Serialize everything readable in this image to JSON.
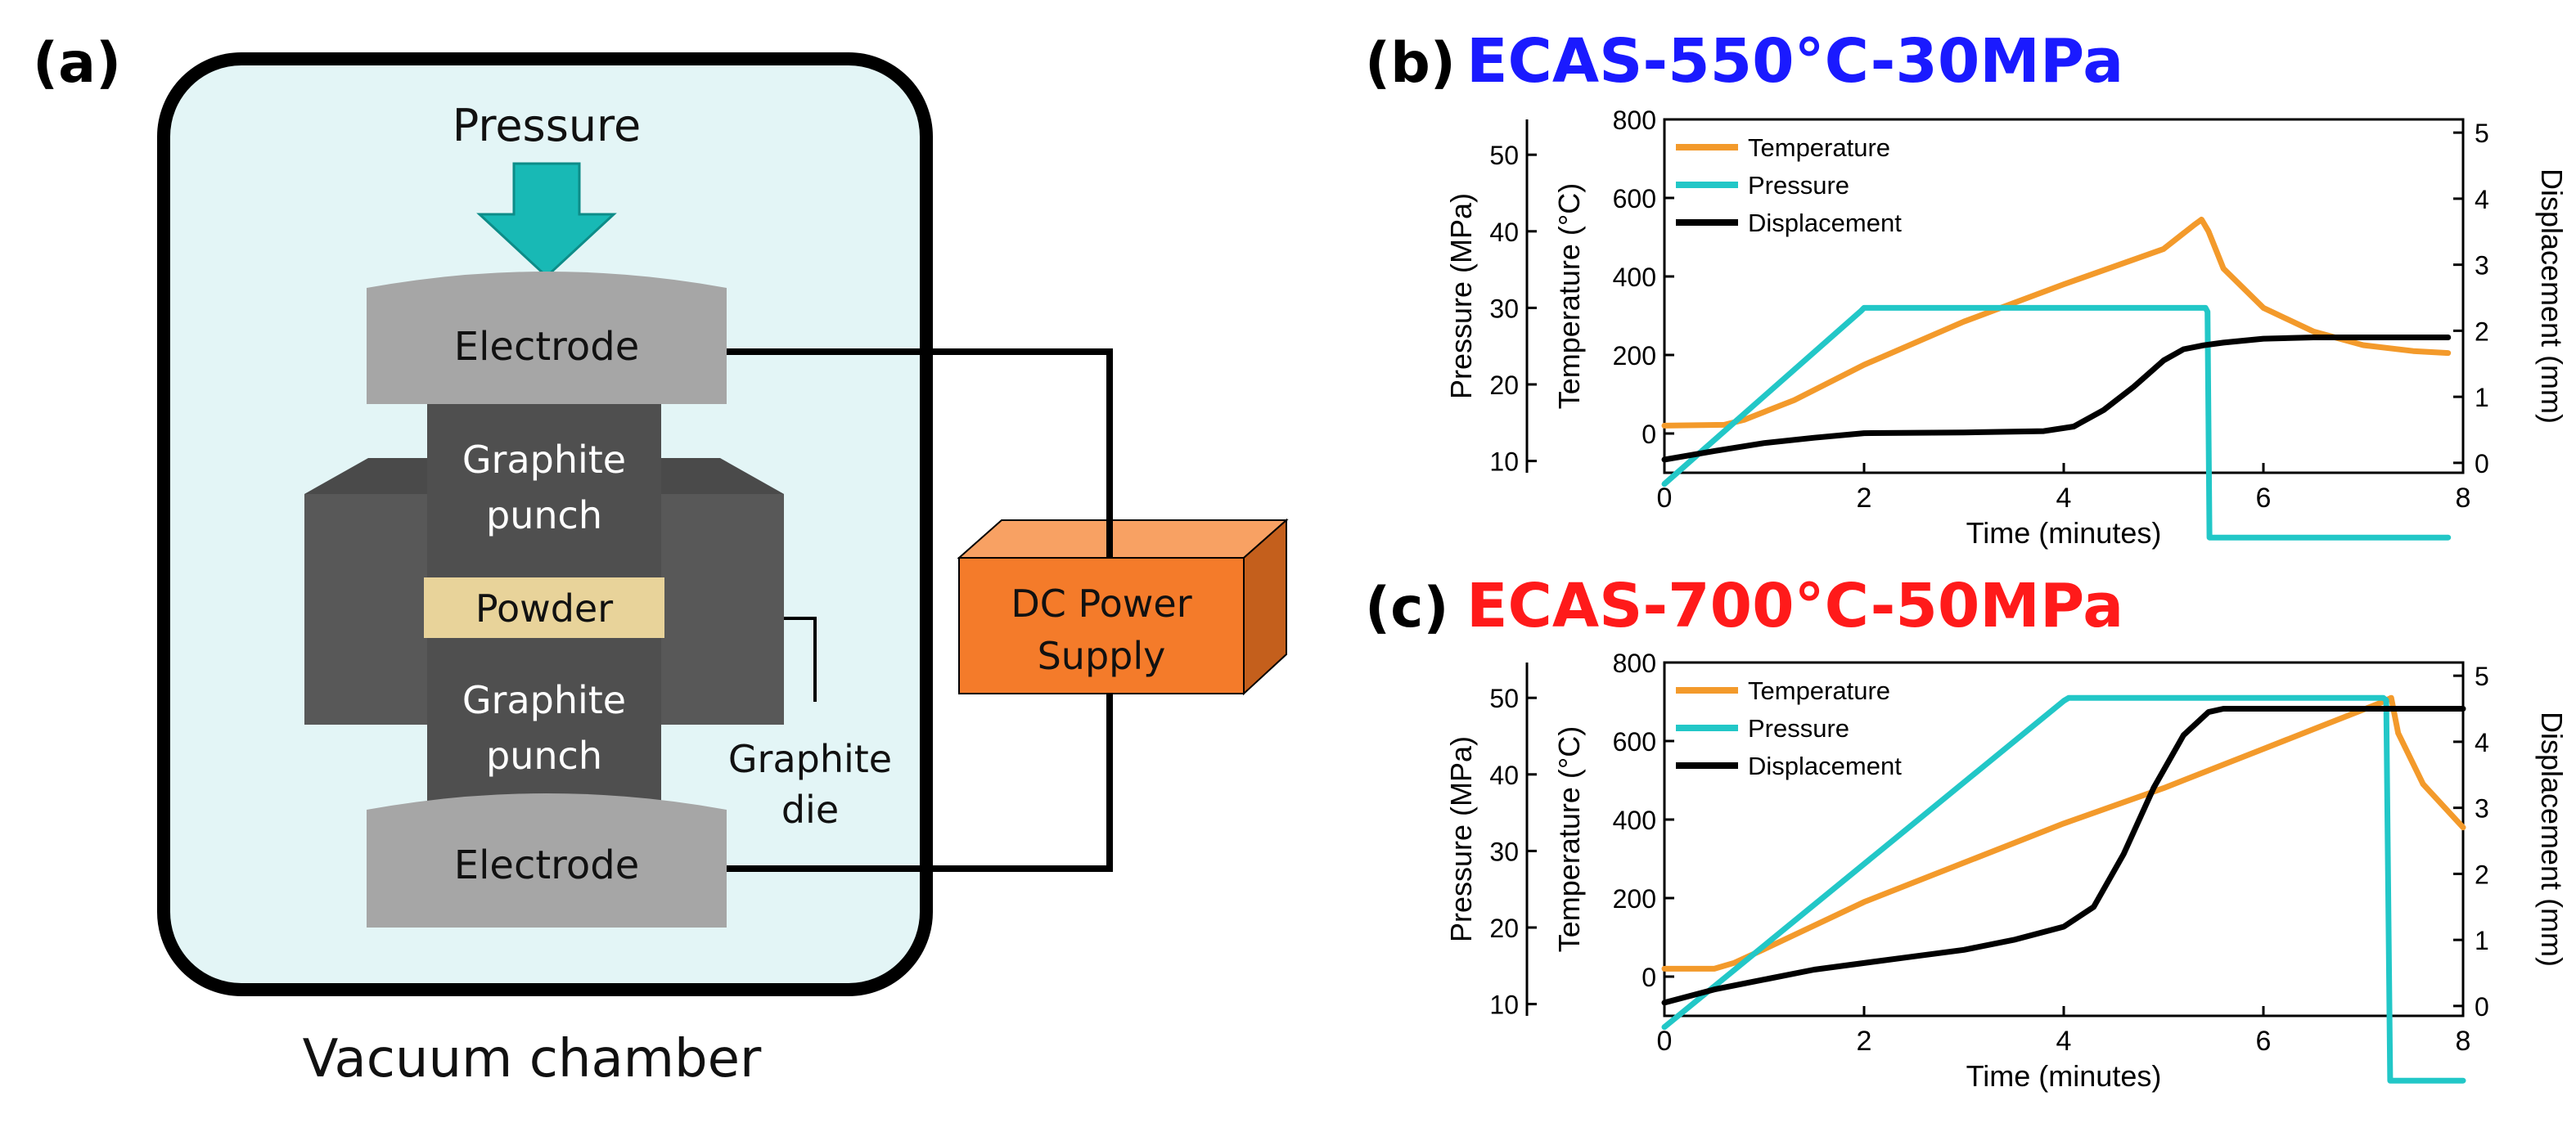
{
  "panel_a": {
    "label": "(a)",
    "pressure_label": "Pressure",
    "electrode_top": "Electrode",
    "punch_top": [
      "Graphite",
      "punch"
    ],
    "powder": "Powder",
    "punch_bottom": [
      "Graphite",
      "punch"
    ],
    "electrode_bottom": "Electrode",
    "die_label": [
      "Graphite",
      "die"
    ],
    "power_supply": [
      "DC Power",
      "Supply"
    ],
    "chamber_label": "Vacuum chamber",
    "colors": {
      "chamber_fill": "#e3f5f6",
      "arrow": "#18b9b5",
      "electrode": "#a6a6a6",
      "graphite": "#505050",
      "powder": "#e8d39a",
      "power_supply": "#f47b2a"
    }
  },
  "chart_data": [
    {
      "id": "b",
      "type": "line",
      "panel_label": "(b)",
      "title": "ECAS-550°C-30MPa",
      "title_color": "#1a1aff",
      "xlabel": "Time (minutes)",
      "xlim": [
        0,
        8
      ],
      "xticks": [
        0,
        2,
        4,
        6,
        8
      ],
      "y_left_outer": {
        "label": "Pressure (MPa)",
        "ticks": [
          10,
          20,
          30,
          40,
          50
        ]
      },
      "y_left_inner": {
        "label": "Temperature (°C)",
        "ylim": [
          -100,
          800
        ],
        "ticks": [
          0,
          200,
          400,
          600,
          800
        ]
      },
      "y_right": {
        "label": "Displacement (mm)",
        "ylim": [
          -0.15,
          5.2
        ],
        "ticks": [
          0,
          1,
          2,
          3,
          4,
          5
        ]
      },
      "legend_position": "top-left",
      "series": [
        {
          "name": "Temperature",
          "color": "#f39a2b",
          "axis": "temperature",
          "x": [
            0,
            0.6,
            0.8,
            1.0,
            1.3,
            2.0,
            3.0,
            4.0,
            5.0,
            5.3,
            5.38,
            5.45,
            5.6,
            6.0,
            6.5,
            7.0,
            7.5,
            7.85
          ],
          "y": [
            20,
            22,
            35,
            55,
            85,
            175,
            285,
            380,
            470,
            530,
            545,
            515,
            420,
            320,
            260,
            225,
            210,
            205
          ]
        },
        {
          "name": "Pressure",
          "color": "#22c7c7",
          "axis": "pressure",
          "x": [
            0,
            1.97,
            2.0,
            5.42,
            5.44,
            5.46,
            7.85
          ],
          "y": [
            7,
            29.6,
            30,
            30,
            29.5,
            0,
            0
          ]
        },
        {
          "name": "Displacement",
          "color": "#000000",
          "axis": "displacement",
          "x": [
            0,
            0.5,
            1.0,
            1.5,
            2.0,
            3.0,
            3.8,
            4.1,
            4.4,
            4.7,
            5.0,
            5.2,
            5.4,
            5.6,
            6.0,
            6.5,
            7.0,
            7.85
          ],
          "y": [
            0.05,
            0.18,
            0.3,
            0.38,
            0.45,
            0.46,
            0.48,
            0.55,
            0.8,
            1.15,
            1.55,
            1.72,
            1.78,
            1.82,
            1.88,
            1.9,
            1.9,
            1.9
          ]
        }
      ]
    },
    {
      "id": "c",
      "type": "line",
      "panel_label": "(c)",
      "title": "ECAS-700°C-50MPa",
      "title_color": "#ff1a1a",
      "xlabel": "Time (minutes)",
      "xlim": [
        0,
        8
      ],
      "xticks": [
        0,
        2,
        4,
        6,
        8
      ],
      "y_left_outer": {
        "label": "Pressure (MPa)",
        "ticks": [
          10,
          20,
          30,
          40,
          50
        ]
      },
      "y_left_inner": {
        "label": "Temperature (°C)",
        "ylim": [
          -100,
          800
        ],
        "ticks": [
          0,
          200,
          400,
          600,
          800
        ]
      },
      "y_right": {
        "label": "Displacement (mm)",
        "ylim": [
          -0.15,
          5.2
        ],
        "ticks": [
          0,
          1,
          2,
          3,
          4,
          5
        ]
      },
      "legend_position": "top-left",
      "series": [
        {
          "name": "Temperature",
          "color": "#f39a2b",
          "axis": "temperature",
          "x": [
            0,
            0.5,
            0.7,
            1.0,
            2.0,
            3.0,
            4.0,
            5.0,
            6.0,
            7.0,
            7.2,
            7.28,
            7.35,
            7.6,
            8.0
          ],
          "y": [
            20,
            20,
            35,
            70,
            190,
            290,
            390,
            480,
            580,
            680,
            700,
            710,
            620,
            490,
            380
          ]
        },
        {
          "name": "Pressure",
          "color": "#22c7c7",
          "axis": "pressure",
          "x": [
            0,
            4.0,
            4.05,
            7.2,
            7.23,
            7.27,
            7.28,
            8.0
          ],
          "y": [
            7,
            49.6,
            50,
            50,
            49.7,
            0,
            0,
            0
          ]
        },
        {
          "name": "Displacement",
          "color": "#000000",
          "axis": "displacement",
          "x": [
            0,
            0.5,
            1.0,
            1.5,
            2.0,
            2.5,
            3.0,
            3.5,
            4.0,
            4.3,
            4.6,
            4.9,
            5.2,
            5.45,
            5.6,
            6.0,
            7.0,
            8.0
          ],
          "y": [
            0.05,
            0.25,
            0.4,
            0.55,
            0.65,
            0.75,
            0.85,
            1.0,
            1.2,
            1.5,
            2.3,
            3.3,
            4.1,
            4.45,
            4.5,
            4.5,
            4.5,
            4.5
          ]
        }
      ]
    }
  ]
}
